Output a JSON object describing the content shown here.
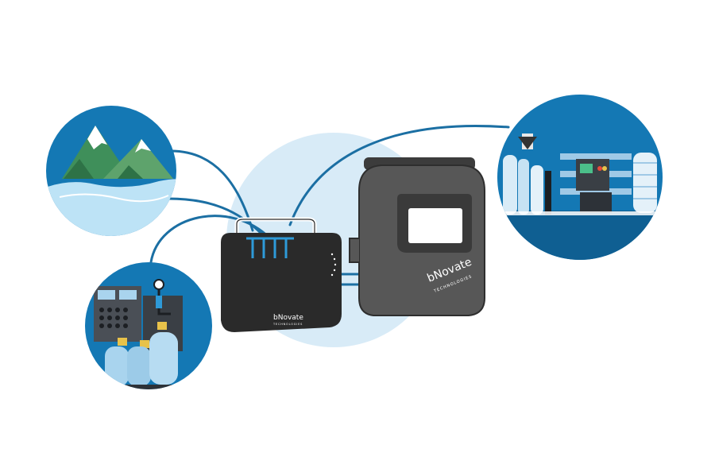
{
  "colors": {
    "ocean_blue": "#1478b4",
    "line_blue": "#1b6fa3",
    "halo_blue": "#d8ebf7",
    "device_dark": "#2a2a2a",
    "device_gray": "#575757",
    "accent_blue": "#2e9ad8",
    "tank_blue": "#a9d4ee",
    "mountain_green": "#3f8f5a",
    "water_light": "#bde3f6",
    "white": "#ffffff"
  },
  "devices": {
    "sensor_brand": "bNovate",
    "sensor_sub": "TECHNOLOGIES",
    "analyzer_brand": "bNovate",
    "analyzer_sub": "TECHNOLOGIES"
  },
  "icons": {
    "left_top": "mountain-lake-icon",
    "left_bottom": "industrial-tanks-icon",
    "right": "treatment-plant-icon"
  }
}
